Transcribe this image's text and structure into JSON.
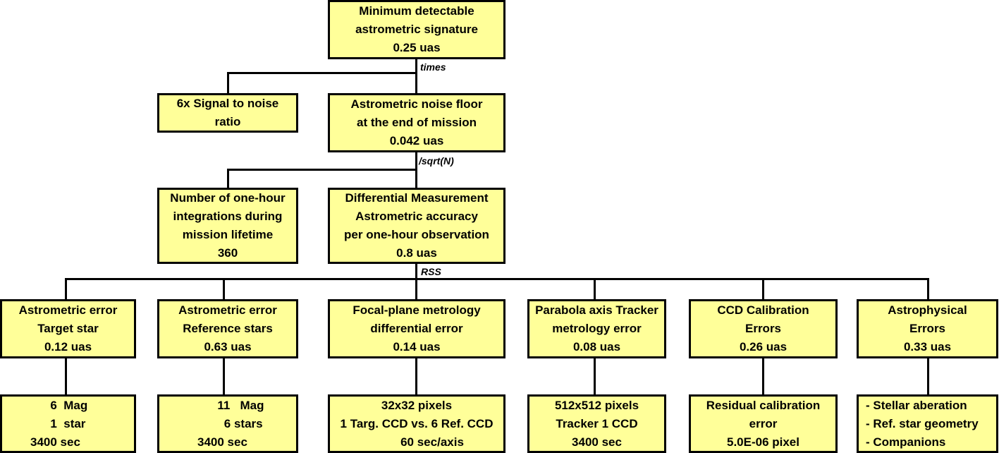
{
  "top": {
    "lines": [
      "Minimum detectable",
      "astrometric signature",
      "0.25 uas"
    ]
  },
  "op_times": "times",
  "snr": {
    "lines": [
      "6x Signal to noise",
      "ratio"
    ]
  },
  "noise_floor": {
    "lines": [
      "Astrometric noise floor",
      "at the end of mission",
      "0.042 uas"
    ]
  },
  "op_sqrt": "/sqrt(N)",
  "integrations": {
    "lines": [
      "Number of one-hour",
      "integrations during",
      "mission lifetime",
      "360"
    ]
  },
  "diff": {
    "lines": [
      "Differential Measurement",
      "Astrometric accuracy",
      "per one-hour observation",
      "0.8 uas"
    ]
  },
  "op_rss": "RSS",
  "errors": [
    {
      "lines": [
        "Astrometric error",
        "Target star",
        "0.12 uas"
      ]
    },
    {
      "lines": [
        "Astrometric error",
        "Reference stars",
        "0.63 uas"
      ]
    },
    {
      "lines": [
        "Focal-plane metrology",
        "differential error",
        "0.14 uas"
      ]
    },
    {
      "lines": [
        "Parabola axis Tracker",
        "metrology error",
        "0.08 uas"
      ]
    },
    {
      "lines": [
        "CCD Calibration",
        "Errors",
        "0.26 uas"
      ]
    },
    {
      "lines": [
        "Astrophysical",
        "Errors",
        "0.33 uas"
      ]
    }
  ],
  "details": [
    {
      "lines": [
        "      6  Mag",
        "      1  star",
        "3400 sec"
      ]
    },
    {
      "lines": [
        "      11   Mag",
        "        6 stars",
        "3400 sec"
      ]
    },
    {
      "lines": [
        "32x32 pixels",
        "1 Targ. CCD vs. 6 Ref. CCD",
        "60 sec/axis"
      ]
    },
    {
      "lines": [
        "512x512 pixels",
        "Tracker 1 CCD",
        "3400 sec"
      ]
    },
    {
      "lines": [
        "Residual calibration",
        "error",
        "5.0E-06 pixel"
      ]
    },
    {
      "lines": [
        "- Stellar aberation",
        "- Ref. star geometry",
        "- Companions"
      ]
    }
  ]
}
